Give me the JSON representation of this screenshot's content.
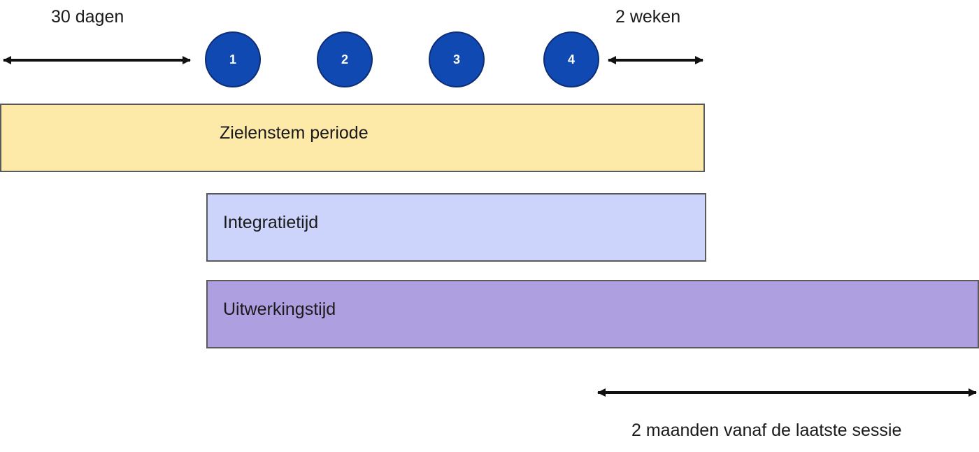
{
  "colors": {
    "zielenstem": "#fde9a8",
    "integratie": "#ccd4fb",
    "uitwerking": "#ad9fe0",
    "session": "#1149b3",
    "arrow": "#111111"
  },
  "durations": {
    "before_sessions": "30 dagen",
    "after_sessions": "2 weken",
    "after_last_session": "2 maanden vanaf de laatste sessie"
  },
  "sessions": [
    "1",
    "2",
    "3",
    "4"
  ],
  "periods": {
    "zielenstem": "Zielenstem periode",
    "integratie": "Integratietijd",
    "uitwerking": "Uitwerkingstijd"
  }
}
